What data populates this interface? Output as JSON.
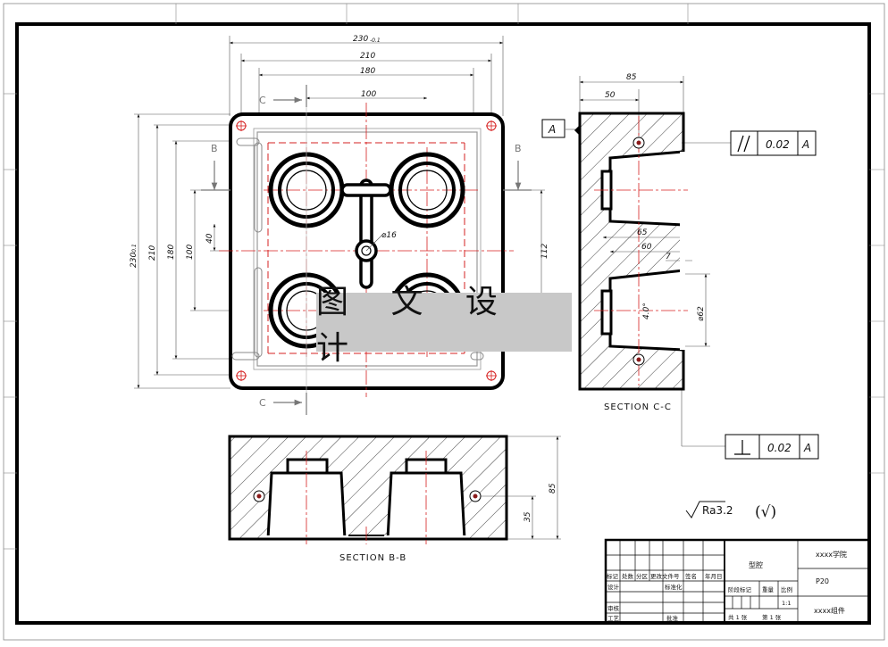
{
  "watermark": "图 文 设 计",
  "dims": {
    "overall_w": "230",
    "overall_w_tol": "-0.1",
    "w210": "210",
    "w180": "180",
    "w100": "100",
    "h230": "230",
    "h230_tol": "-0.1",
    "h210": "210",
    "h180": "180",
    "h100": "100",
    "h40": "40",
    "d16": "⌀16",
    "d112": "112",
    "s85": "85",
    "s50": "50",
    "s65": "65",
    "s60": "60",
    "s7": "7",
    "ang": "4.0°",
    "d62": "⌀62",
    "b85": "85",
    "b35": "35"
  },
  "labels": {
    "c_top": "C",
    "c_bottom": "C",
    "b_left": "B",
    "b_right": "B",
    "datum": "A",
    "section_cc": "SECTION C-C",
    "section_bb": "SECTION B-B"
  },
  "tolerances": {
    "parallel_value": "0.02",
    "parallel_ref": "A",
    "perp_value": "0.02",
    "perp_ref": "A"
  },
  "roughness": {
    "value": "Ra3.2",
    "note": "(√)"
  },
  "title_block": {
    "hdr1": "标记",
    "hdr2": "处数",
    "hdr3": "分区",
    "hdr4": "更改文件号",
    "hdr5": "签名",
    "hdr6": "年月日",
    "design": "设计",
    "standard": "标准化",
    "review": "审核",
    "process": "工艺",
    "approve": "批准",
    "material": "型腔",
    "stage": "阶段标记",
    "weight": "重量",
    "ratio": "比例",
    "ratio_val": "1:1",
    "sheets_a": "共 1 张",
    "sheets_b": "第 1 张",
    "company": "xxxx学院",
    "part_no": "P20",
    "name": "xxxx组件"
  },
  "colors": {
    "line": "#111111",
    "center": "#d62020",
    "hidden": "#d62020",
    "construct": "#555555",
    "watermark_bg": "#c8c8c8"
  }
}
